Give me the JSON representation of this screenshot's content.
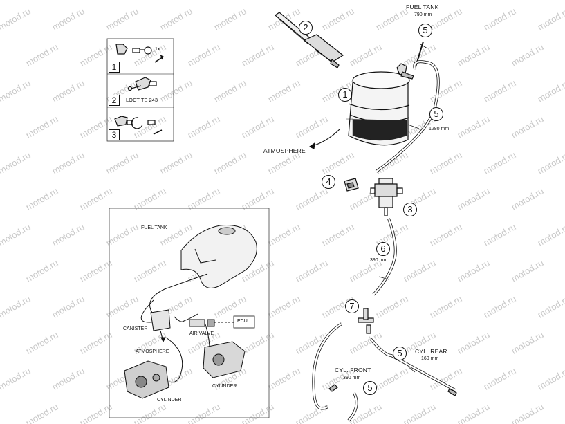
{
  "watermark": "motod.ru",
  "labels": {
    "fuel_tank_top": "FUEL TANK",
    "len_790": "790 mm",
    "len_1280": "1280 mm",
    "atmosphere_main": "ATMOSPHERE",
    "len_390_mid": "390 mm",
    "cyl_rear": "CYL. REAR",
    "len_160": "160 mm",
    "cyl_front": "CYL. FRONT",
    "len_390_front": "390 mm"
  },
  "callouts": {
    "c1": "1",
    "c2": "2",
    "c3": "3",
    "c4": "4",
    "c5a": "5",
    "c5b": "5",
    "c5c": "5",
    "c5d": "5",
    "c6": "6",
    "c7": "7"
  },
  "steps": {
    "s1": "1",
    "s2": "2",
    "s3": "3",
    "loctite": "LOCT TE 243",
    "torque": "1x"
  },
  "inset": {
    "fuel_tank": "FUEL TANK",
    "canister": "CANISTER",
    "air_valve": "AIR VALVE",
    "ecu": "ECU",
    "atmosphere": "ATMOSPHERE",
    "cylinder_rear": "CYLINDER",
    "cylinder_front": "CYLINDER"
  }
}
